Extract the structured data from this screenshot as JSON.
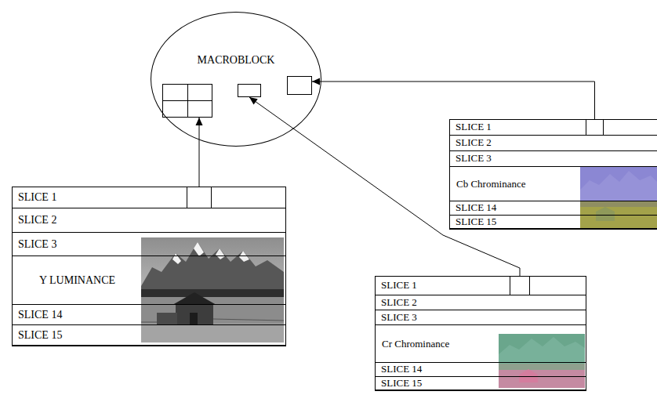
{
  "diagram": {
    "nodes": [
      {
        "text": [
          "MACROBLOCK"
        ]
      },
      {
        "text": [
          "Cb Chrominance"
        ]
      },
      {
        "text": [
          "SLICE 1"
        ],
        "in": 1
      },
      {
        "text": [
          "SLICE 2"
        ],
        "in": 1
      },
      {
        "text": [
          "SLICE 3"
        ],
        "in": 1
      },
      {
        "text": [
          "SLICE 14"
        ],
        "in": 1
      },
      {
        "text": [
          "SLICE 15"
        ],
        "in": 1
      },
      {
        "text": [
          "Y LUMINANCE"
        ]
      },
      {
        "text": [
          "SLICE 1"
        ],
        "in": 7
      },
      {
        "text": [
          "SLICE 2"
        ],
        "in": 7
      },
      {
        "text": [
          "SLICE 3"
        ],
        "in": 7
      },
      {
        "text": [
          "SLICE 14"
        ],
        "in": 7
      },
      {
        "text": [
          "SLICE 15"
        ],
        "in": 7
      },
      {
        "text": [
          "Cr Chrominance"
        ]
      },
      {
        "text": [
          "SLICE 1"
        ],
        "in": 13
      },
      {
        "text": [
          "SLICE 2"
        ],
        "in": 13
      },
      {
        "text": [
          "SLICE 3"
        ],
        "in": 13
      },
      {
        "text": [
          "SLICE 14"
        ],
        "in": 13
      },
      {
        "text": [
          "SLICE 15"
        ],
        "in": 13
      }
    ],
    "edges": [
      {
        "from": 8,
        "to": 0,
        "arrow": "to"
      },
      {
        "from": 2,
        "to": 0,
        "arrow": "to"
      },
      {
        "from": 14,
        "to": 0,
        "arrow": "to"
      }
    ]
  }
}
